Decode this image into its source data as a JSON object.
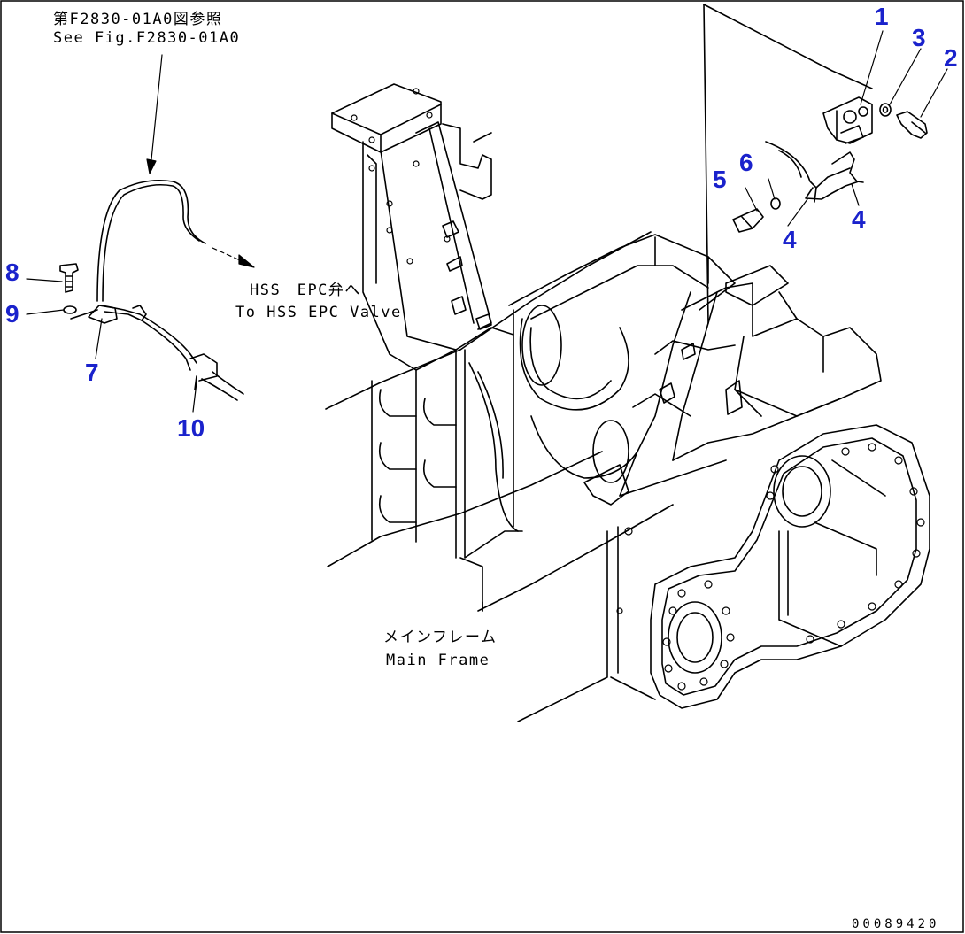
{
  "references": {
    "see_fig_jp": "第F2830-01A0図参照",
    "see_fig_en": "See Fig.F2830-01A0",
    "valve_jp": "HSS　EPC弁へ",
    "valve_en": "To HSS EPC Valve",
    "frame_jp": "メインフレーム",
    "frame_en": "Main Frame"
  },
  "callouts": [
    "1",
    "2",
    "3",
    "4",
    "4",
    "5",
    "6",
    "7",
    "8",
    "9",
    "10"
  ],
  "drawing_number": "00089420",
  "colors": {
    "callout": "#1a22cc",
    "line": "#000000",
    "background": "#ffffff"
  }
}
